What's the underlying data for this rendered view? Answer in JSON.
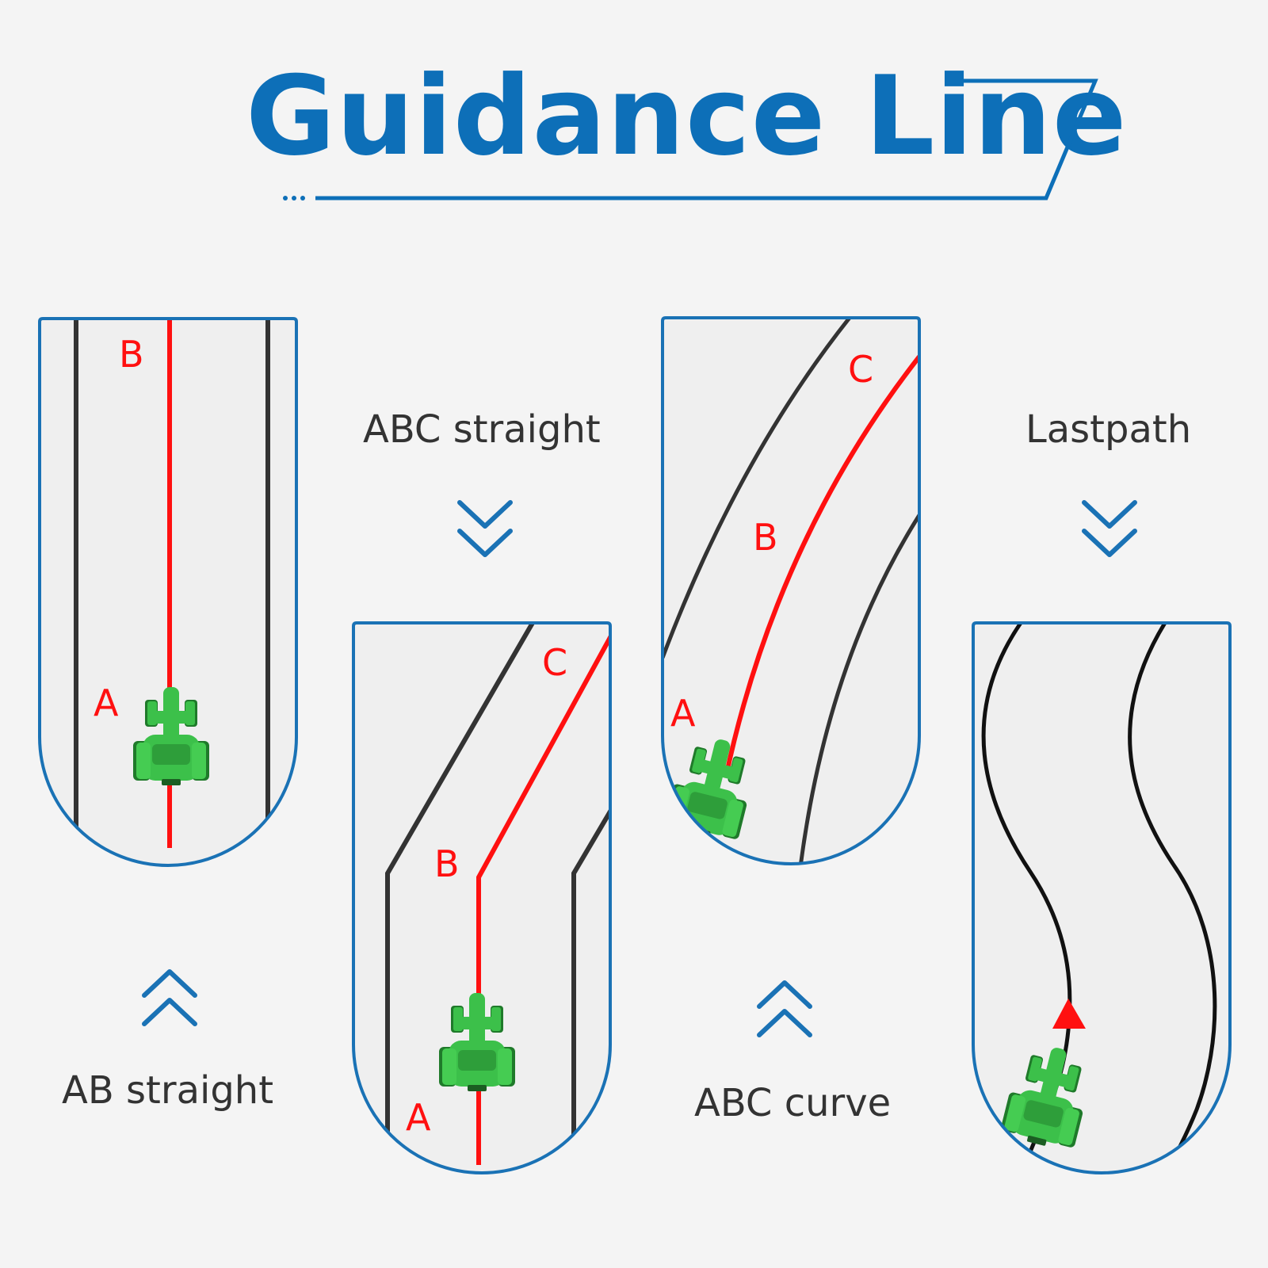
{
  "title": "Guidance Line",
  "colors": {
    "accent": "#0d6fb8",
    "guide_line": "#ff1010",
    "path_line": "#222222",
    "tractor": "#39b54a"
  },
  "modes": [
    {
      "label": "AB straight",
      "points": [
        "B",
        "A"
      ],
      "icon": "tractor-icon",
      "arrow": "chevron-up-icon"
    },
    {
      "label": "ABC straight",
      "points": [
        "C",
        "B",
        "A"
      ],
      "icon": "tractor-icon",
      "arrow": "chevron-down-icon"
    },
    {
      "label": "ABC curve",
      "points": [
        "C",
        "B",
        "A"
      ],
      "icon": "tractor-icon",
      "arrow": "chevron-up-icon"
    },
    {
      "label": "Lastpath",
      "points": [],
      "icon": "tractor-icon",
      "arrow": "chevron-down-icon"
    }
  ]
}
